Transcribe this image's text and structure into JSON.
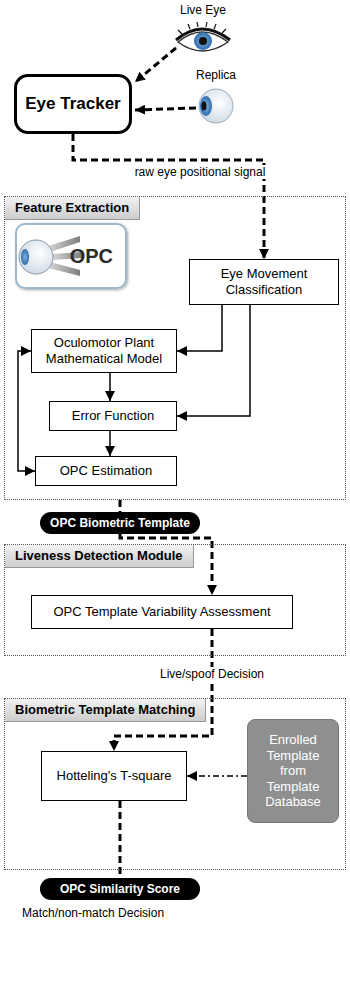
{
  "diagram": {
    "nodes": [
      {
        "text": [
          "Eye Tracker"
        ]
      },
      {
        "text": [
          "Feature Extraction"
        ]
      },
      {
        "text": [
          "OPC"
        ],
        "in": 1
      },
      {
        "text": [
          "Eye Movement Classification"
        ],
        "in": 1
      },
      {
        "text": [
          "Oculomotor Plant Mathematical Model"
        ],
        "in": 1
      },
      {
        "text": [
          "Error Function"
        ],
        "in": 1
      },
      {
        "text": [
          "OPC Estimation"
        ],
        "in": 1
      },
      {
        "text": [
          "OPC Biometric Template"
        ]
      },
      {
        "text": [
          "Liveness Detection Module"
        ]
      },
      {
        "text": [
          "OPC Template Variability Assessment"
        ],
        "in": 8
      },
      {
        "text": [
          "Biometric Template Matching"
        ]
      },
      {
        "text": [
          "Hotteling's T-square"
        ],
        "in": 10
      },
      {
        "text": [
          "Enrolled Template from Template Database"
        ],
        "in": 10
      },
      {
        "text": [
          "OPC Similarity Score"
        ]
      }
    ],
    "edges": [
      {
        "from": 0,
        "to": 3,
        "arrow": "to",
        "label": "raw eye positional signal"
      },
      {
        "from": 3,
        "to": 4,
        "arrow": "to"
      },
      {
        "from": 3,
        "to": 5,
        "arrow": "to"
      },
      {
        "from": 4,
        "to": 5,
        "arrow": "to"
      },
      {
        "from": 5,
        "to": 6,
        "arrow": "to"
      },
      {
        "from": 6,
        "to": 4,
        "arrow": "both"
      },
      {
        "from": 1,
        "to": 7,
        "arrow": "none"
      },
      {
        "from": 7,
        "to": 9,
        "arrow": "to"
      },
      {
        "from": 9,
        "to": 11,
        "arrow": "to",
        "label": "Live/spoof Decision"
      },
      {
        "from": 12,
        "to": 11,
        "arrow": "to"
      },
      {
        "from": 11,
        "to": 13,
        "arrow": "none"
      }
    ],
    "labels": [
      "Live Eye",
      "Replica",
      "Match/non-match Decision"
    ]
  }
}
